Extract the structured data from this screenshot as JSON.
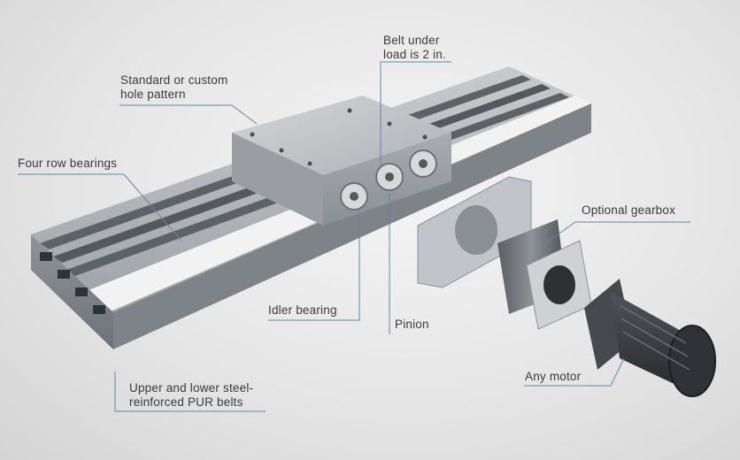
{
  "labels": {
    "belt_under_load": [
      "Belt under",
      "load is 2 in."
    ],
    "hole_pattern": [
      "Standard or custom",
      "hole pattern"
    ],
    "four_row_bearings": "Four row bearings",
    "optional_gearbox": "Optional gearbox",
    "idler_bearing": "Idler bearing",
    "pinion": "Pinion",
    "any_motor": "Any motor",
    "pur_belts": [
      "Upper and lower steel-",
      "reinforced PUR belts"
    ]
  },
  "colors": {
    "leader_line": "#5f8a9a",
    "aluminum": "#b9bdc1",
    "belt_white": "#f2f2f2",
    "motor_dark": "#3b3e42"
  }
}
